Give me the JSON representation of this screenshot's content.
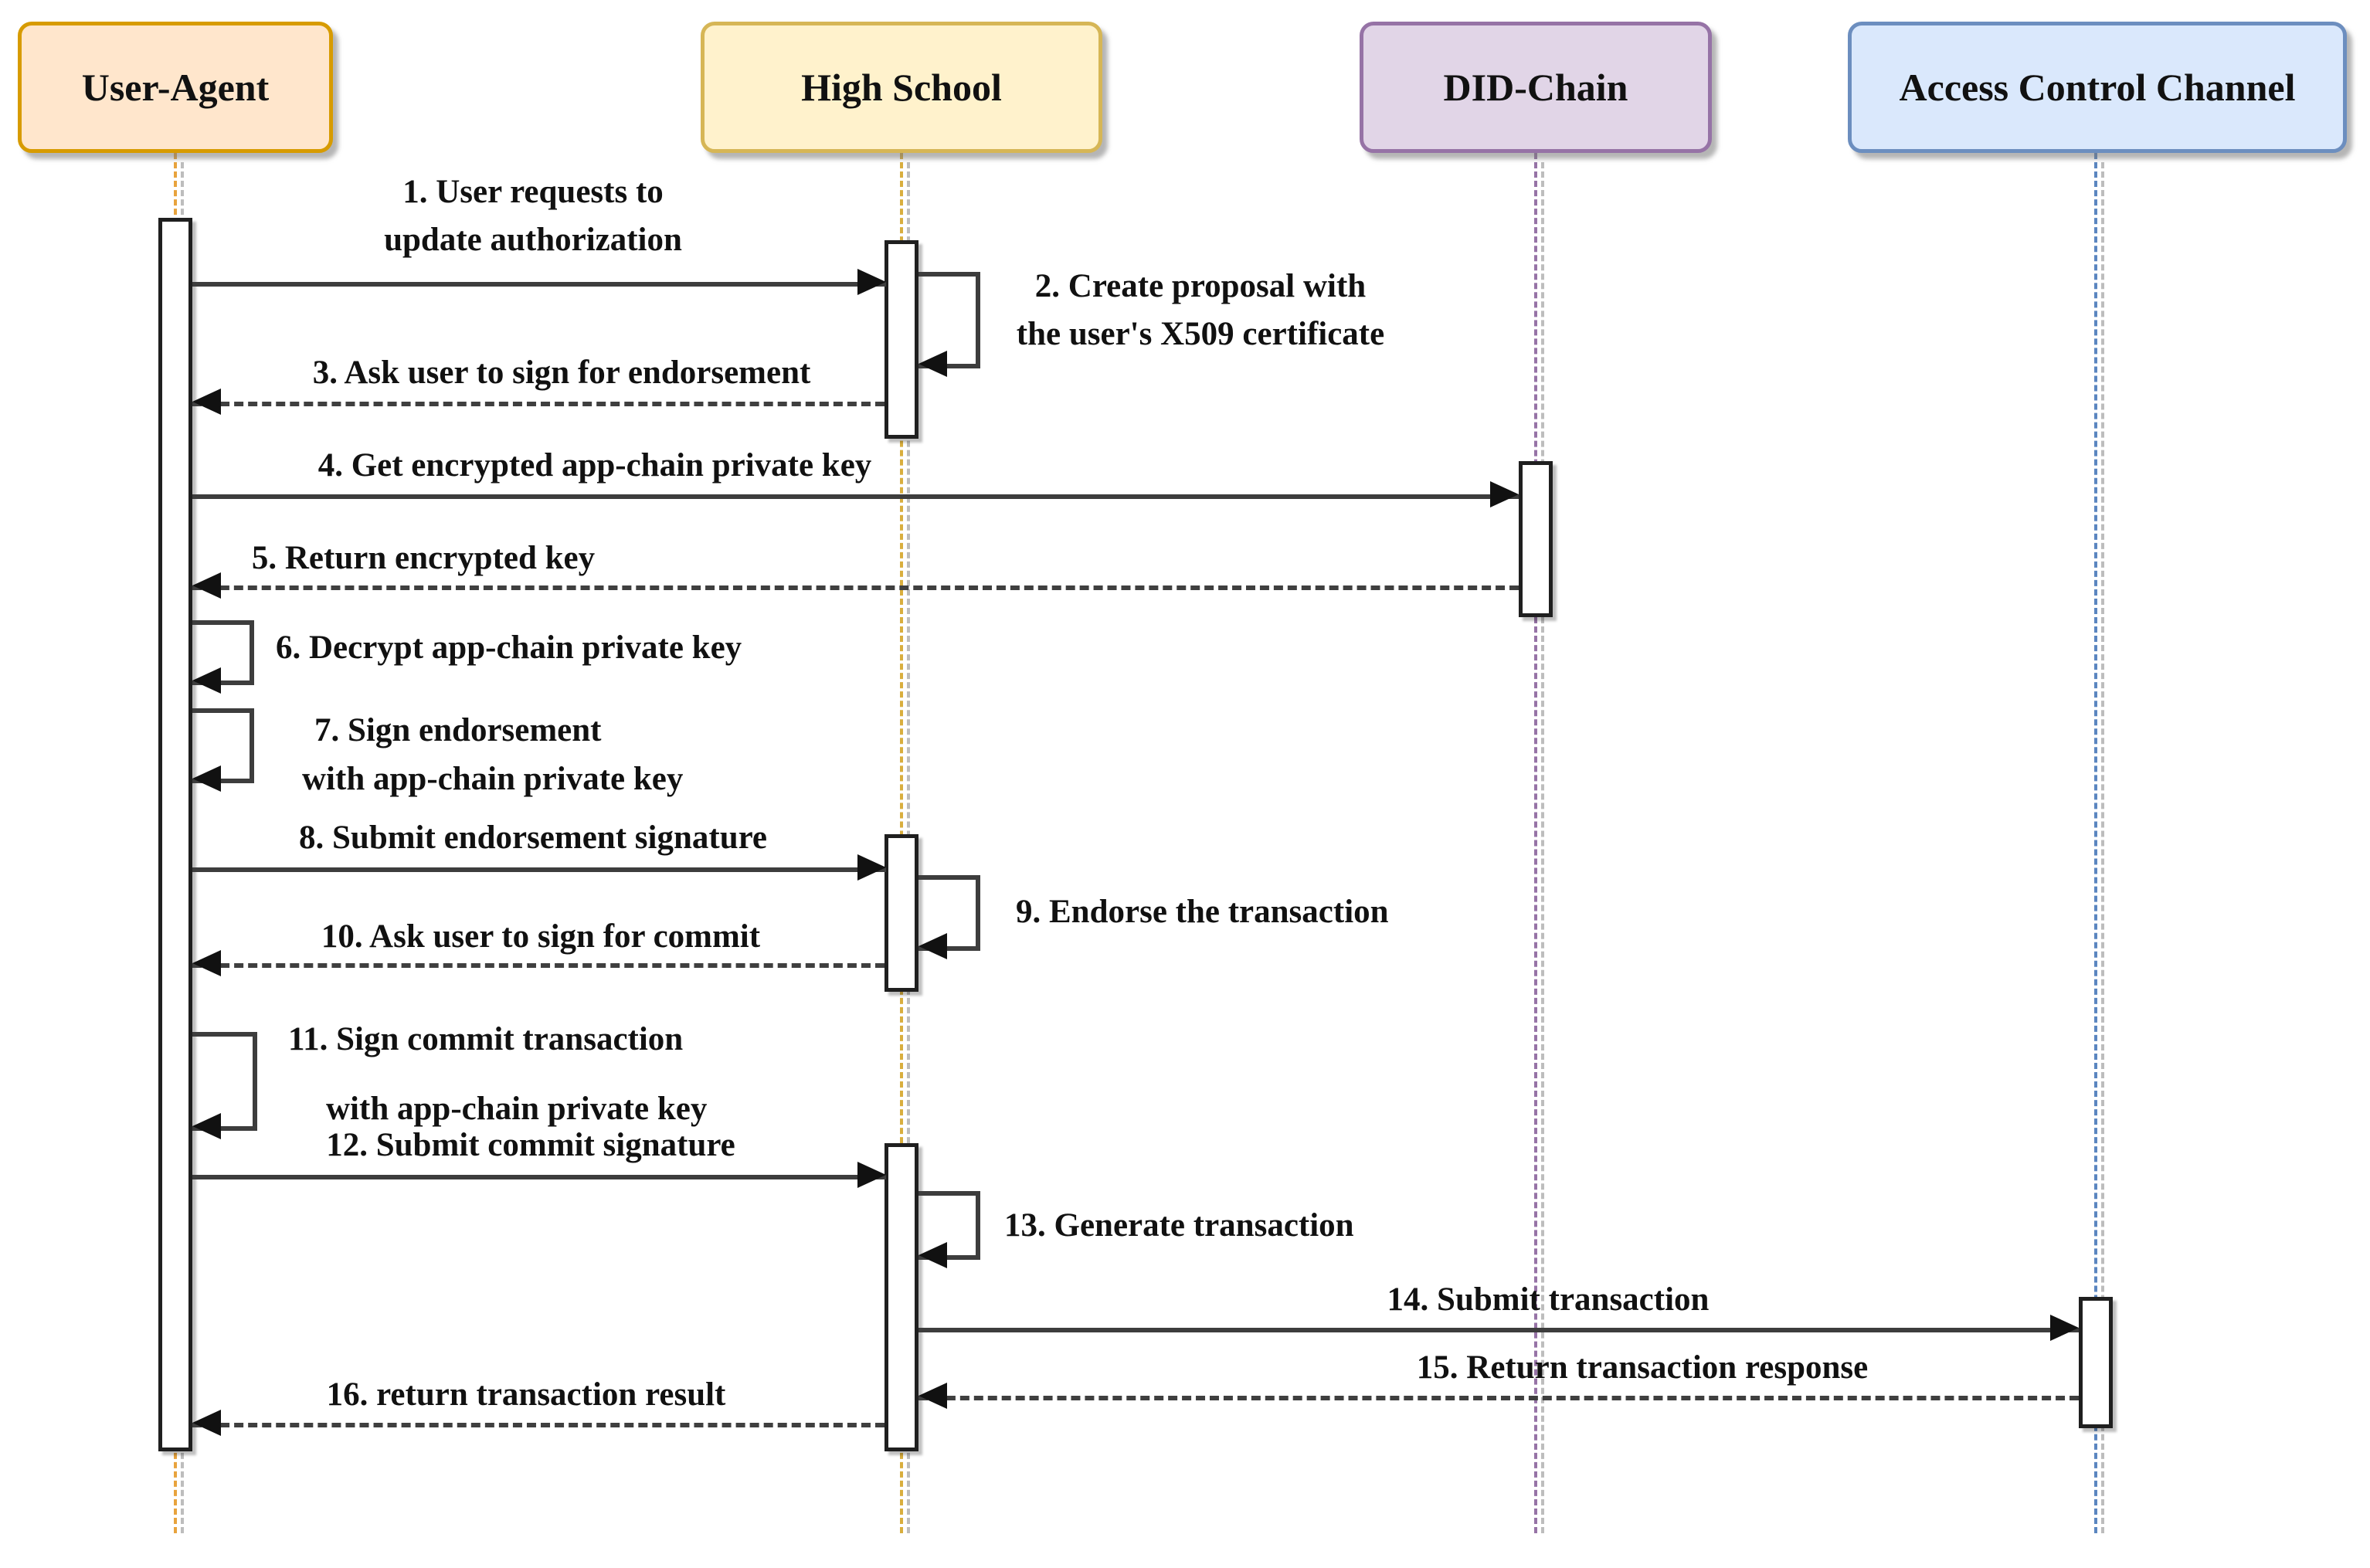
{
  "diagram_type": "uml-sequence-diagram",
  "actors": [
    {
      "name": "User-Agent",
      "fill": "#FFE6CC",
      "stroke": "#D79B00",
      "lifeline_color": "#E8A33D"
    },
    {
      "name": "High School",
      "fill": "#FFF2CC",
      "stroke": "#D6B656",
      "lifeline_color": "#D9AE3E"
    },
    {
      "name": "DID-Chain",
      "fill": "#E1D5E7",
      "stroke": "#9673A6",
      "lifeline_color": "#9673A6"
    },
    {
      "name": "Access Control Channel",
      "fill": "#DAE8FC",
      "stroke": "#6C8EBF",
      "lifeline_color": "#5B86C0"
    }
  ],
  "messages": [
    {
      "id": 1,
      "from": "User-Agent",
      "to": "High School",
      "arrow": "solid",
      "label_lines": [
        "1. User requests to",
        "update authorization"
      ]
    },
    {
      "id": 2,
      "from": "High School",
      "to": "High School",
      "arrow": "self",
      "label_lines": [
        "2. Create proposal with",
        "the user's X509 certificate"
      ]
    },
    {
      "id": 3,
      "from": "High School",
      "to": "User-Agent",
      "arrow": "dashed",
      "label_lines": [
        "3. Ask user to sign for endorsement"
      ]
    },
    {
      "id": 4,
      "from": "User-Agent",
      "to": "DID-Chain",
      "arrow": "solid",
      "label_lines": [
        "4. Get encrypted app-chain private key"
      ]
    },
    {
      "id": 5,
      "from": "DID-Chain",
      "to": "User-Agent",
      "arrow": "dashed",
      "label_lines": [
        "5. Return encrypted key"
      ]
    },
    {
      "id": 6,
      "from": "User-Agent",
      "to": "User-Agent",
      "arrow": "self",
      "label_lines": [
        "6. Decrypt app-chain private key"
      ]
    },
    {
      "id": 7,
      "from": "User-Agent",
      "to": "User-Agent",
      "arrow": "self",
      "label_lines": [
        "7. Sign endorsement",
        "with app-chain private key"
      ]
    },
    {
      "id": 8,
      "from": "User-Agent",
      "to": "High School",
      "arrow": "solid",
      "label_lines": [
        "8. Submit endorsement signature"
      ]
    },
    {
      "id": 9,
      "from": "High School",
      "to": "High School",
      "arrow": "self",
      "label_lines": [
        "9. Endorse the transaction"
      ]
    },
    {
      "id": 10,
      "from": "High School",
      "to": "User-Agent",
      "arrow": "dashed",
      "label_lines": [
        "10. Ask user to sign for commit"
      ]
    },
    {
      "id": 11,
      "from": "User-Agent",
      "to": "User-Agent",
      "arrow": "self",
      "label_lines": [
        "11. Sign commit transaction",
        "with app-chain private key"
      ]
    },
    {
      "id": 12,
      "from": "User-Agent",
      "to": "High School",
      "arrow": "solid",
      "label_lines": [
        "12. Submit commit signature"
      ]
    },
    {
      "id": 13,
      "from": "High School",
      "to": "High School",
      "arrow": "self",
      "label_lines": [
        "13. Generate transaction"
      ]
    },
    {
      "id": 14,
      "from": "High School",
      "to": "Access Control Channel",
      "arrow": "solid",
      "label_lines": [
        "14. Submit transaction"
      ]
    },
    {
      "id": 15,
      "from": "Access Control Channel",
      "to": "High School",
      "arrow": "dashed",
      "label_lines": [
        "15. Return transaction response"
      ]
    },
    {
      "id": 16,
      "from": "High School",
      "to": "User-Agent",
      "arrow": "dashed",
      "label_lines": [
        "16. return transaction result"
      ]
    }
  ]
}
